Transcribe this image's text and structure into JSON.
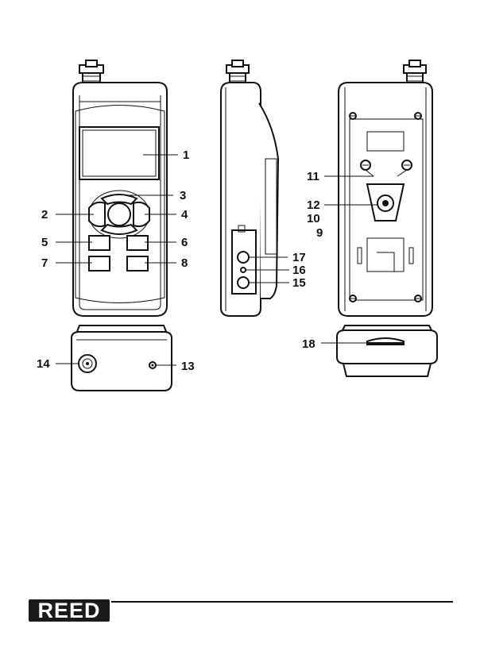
{
  "callouts": {
    "c1": "1",
    "c2": "2",
    "c3": "3",
    "c4": "4",
    "c5": "5",
    "c6": "6",
    "c7": "7",
    "c8": "8",
    "c9": "9",
    "c10": "10",
    "c11": "11",
    "c12": "12",
    "c13": "13",
    "c14": "14",
    "c15": "15",
    "c16": "16",
    "c17": "17",
    "c18": "18"
  },
  "brand": {
    "logo_text": "REED"
  },
  "icons": {
    "brand_logo": "reed-logo-icon"
  }
}
